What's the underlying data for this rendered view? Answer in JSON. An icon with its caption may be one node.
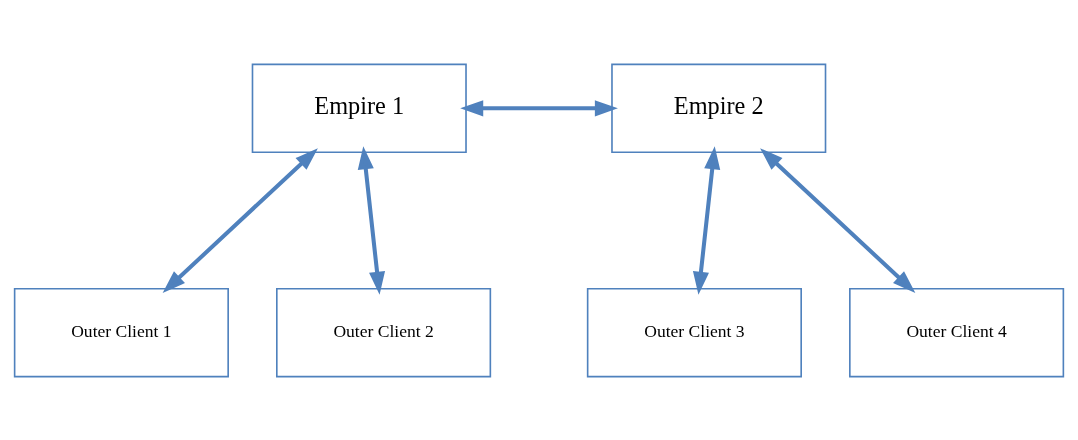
{
  "diagram": {
    "nodes": [
      {
        "text": [
          "Empire 1"
        ]
      },
      {
        "text": [
          "Empire 2"
        ]
      },
      {
        "text": [
          "Outer Client 1"
        ]
      },
      {
        "text": [
          "Outer Client 2"
        ]
      },
      {
        "text": [
          "Outer Client 3"
        ]
      },
      {
        "text": [
          "Outer Client 4"
        ]
      }
    ],
    "edges": [
      {
        "from": 0,
        "to": 1,
        "arrow": "both"
      },
      {
        "from": 0,
        "to": 2,
        "arrow": "both"
      },
      {
        "from": 0,
        "to": 3,
        "arrow": "both"
      },
      {
        "from": 1,
        "to": 4,
        "arrow": "both"
      },
      {
        "from": 1,
        "to": 5,
        "arrow": "both"
      }
    ]
  }
}
